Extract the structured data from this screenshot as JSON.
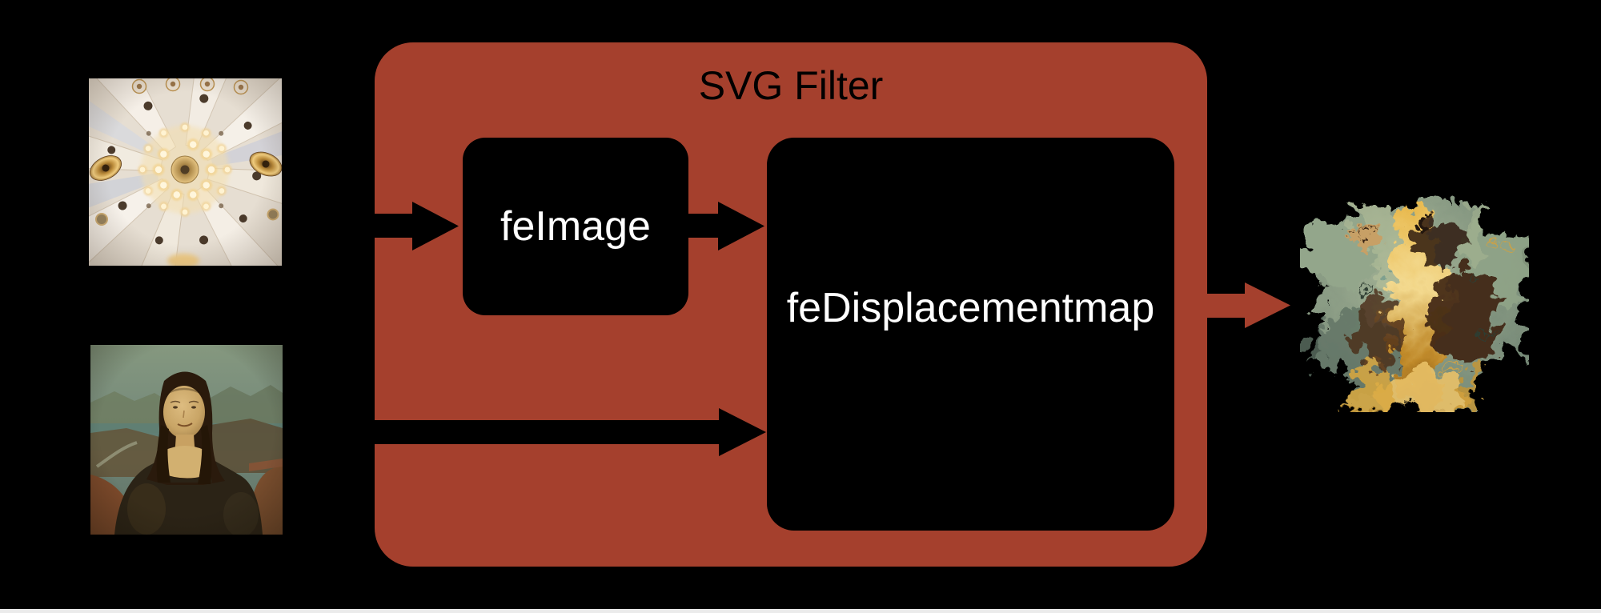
{
  "background_color": "#000000",
  "bottom_strip_color": "#EBEBEB",
  "diagram": {
    "title": "SVG Filter",
    "container_color": "#A5402D",
    "node_fill_color": "#000000",
    "node_label_color": "#FFFFFF",
    "title_color": "#000000",
    "nodes": [
      {
        "id": "feImage",
        "label": "feImage"
      },
      {
        "id": "feDisplacementMap",
        "label": "feDisplacementmap"
      }
    ],
    "images": [
      {
        "id": "ceiling",
        "alt": "cathedral ceiling photo used as displacement source"
      },
      {
        "id": "mona-lisa",
        "alt": "Mona Lisa painting input"
      },
      {
        "id": "result",
        "alt": "distorted displaced result image"
      }
    ],
    "edges": [
      {
        "from": "ceiling",
        "to": "feImage",
        "style": "black-arrow"
      },
      {
        "from": "feImage",
        "to": "feDisplacementMap",
        "style": "black-arrow"
      },
      {
        "from": "mona-lisa",
        "to": "feDisplacementMap",
        "style": "black-arrow"
      },
      {
        "from": "feDisplacementMap",
        "to": "result",
        "style": "red-arrow"
      }
    ]
  }
}
